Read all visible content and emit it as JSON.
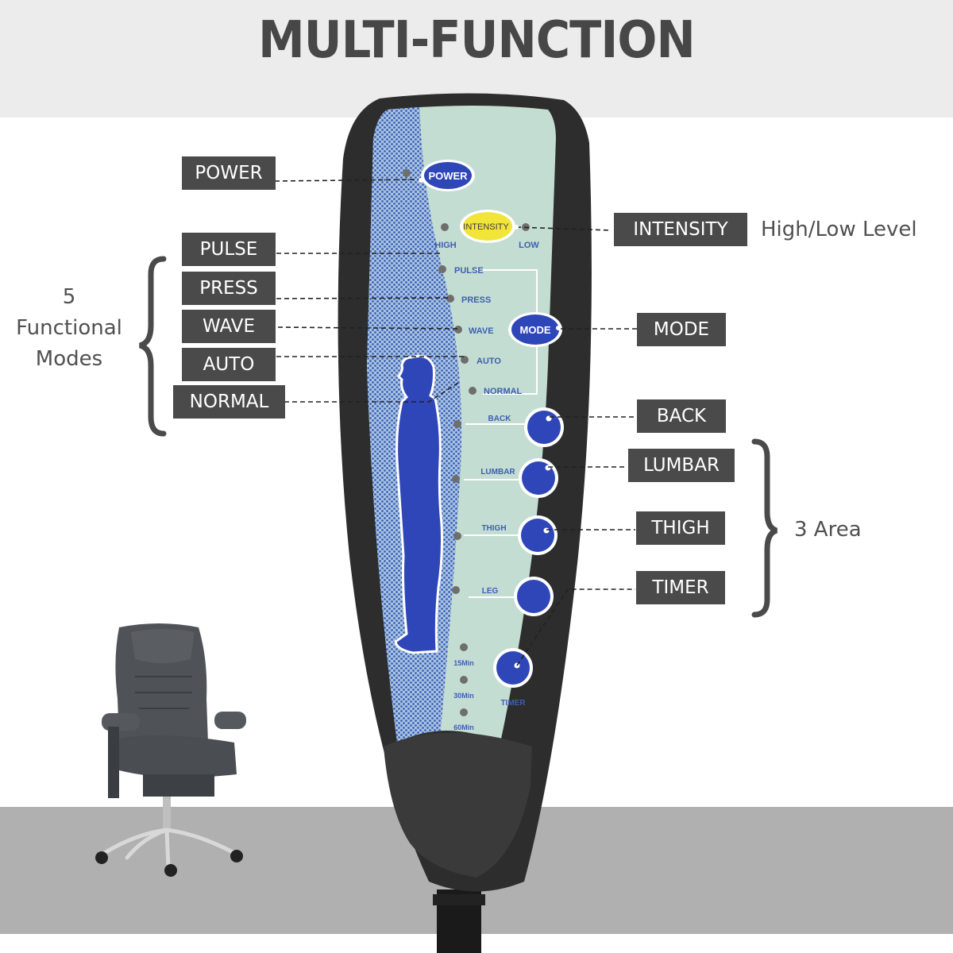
{
  "title": "MULTI-FUNCTION",
  "callouts_left": {
    "power": "POWER",
    "pulse": "PULSE",
    "press": "PRESS",
    "wave": "WAVE",
    "auto": "AUTO",
    "normal": "NORMAL"
  },
  "callouts_right": {
    "intensity": "INTENSITY",
    "mode": "MODE",
    "back": "BACK",
    "lumbar": "LUMBAR",
    "thigh": "THIGH",
    "timer": "TIMER"
  },
  "annotations": {
    "functional_modes": [
      "5",
      "Functional",
      "Modes"
    ],
    "intensity_note": "High/Low Level",
    "area_note": "3 Area"
  },
  "remote": {
    "buttons": {
      "power": "POWER",
      "intensity": "INTENSITY",
      "mode": "MODE",
      "timer": "TIMER"
    },
    "intensity_levels": {
      "high": "HIGH",
      "low": "LOW"
    },
    "modes": [
      "PULSE",
      "PRESS",
      "WAVE",
      "AUTO",
      "NORMAL"
    ],
    "areas": [
      "BACK",
      "LUMBAR",
      "THIGH",
      "LEG"
    ],
    "timer_options": [
      "15Min",
      "30Min",
      "60Min"
    ]
  },
  "product_image": "massage-office-chair",
  "colors": {
    "label_bg": "#4a4a4a",
    "button_blue": "#2f46b8",
    "intensity_yellow": "#f2e53a",
    "panel_green": "#c4ddd2",
    "remote_body": "#2d2d2d"
  }
}
